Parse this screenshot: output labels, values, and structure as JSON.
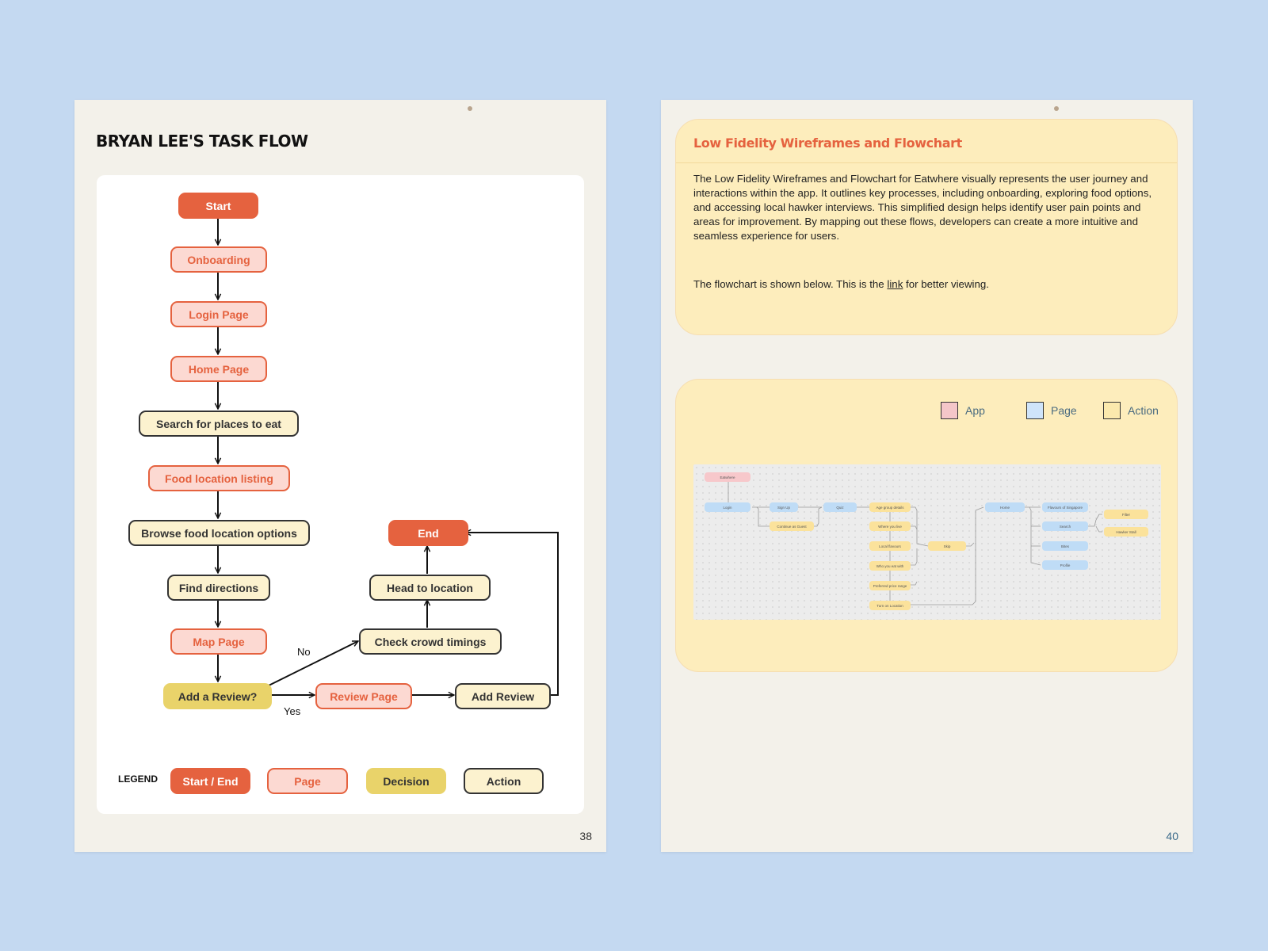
{
  "left_page": {
    "title": "BRYAN LEE'S TASK FLOW",
    "page_number": "38",
    "flow": {
      "start": "Start",
      "onboarding": "Onboarding",
      "login": "Login Page",
      "home": "Home Page",
      "search": "Search for places to eat",
      "listing": "Food location listing",
      "browse": "Browse food location options",
      "directions": "Find directions",
      "map": "Map Page",
      "decision": "Add a Review?",
      "no_label": "No",
      "yes_label": "Yes",
      "review_page": "Review Page",
      "add_review": "Add Review",
      "crowd": "Check crowd timings",
      "head": "Head to location",
      "end": "End"
    },
    "legend": {
      "label": "LEGEND",
      "start_end": "Start / End",
      "page": "Page",
      "decision": "Decision",
      "action": "Action"
    }
  },
  "right_page": {
    "page_number": "40",
    "card_title": "Low Fidelity Wireframes and Flowchart",
    "paragraph": "The Low Fidelity Wireframes and Flowchart for Eatwhere visually represents the user journey and interactions within the app. It outlines key processes, including onboarding, exploring food options, and accessing local hawker interviews. This simplified design helps identify user pain points and areas for improvement. By mapping out these flows, developers can create a more intuitive and seamless experience for users.",
    "note_before": "The flowchart is shown below. This is the ",
    "note_link": "link",
    "note_after": " for better viewing.",
    "key": {
      "app": "App",
      "page": "Page",
      "action": "Action"
    },
    "mini_flow": {
      "eatwhere": "Eatwhere",
      "login": "Login",
      "sign_up": "Sign Up",
      "continue_guest": "Continue as Guest",
      "quiz": "Quiz",
      "age": "Age group details",
      "where": "Where you live",
      "local": "Local flavours",
      "who": "Who you eat with",
      "price": "Preferred price range",
      "location": "Turn on Location",
      "skip": "Skip",
      "home": "Home",
      "flavours": "Flavours of Singapore",
      "search": "Search",
      "bites": "Bites",
      "profile": "Profile",
      "filter": "Filter",
      "hawker": "Hawker Stall"
    }
  },
  "colors": {
    "background": "#c4d9f1",
    "accent": "#e5623f",
    "page_fill": "#fcd9d2",
    "action_fill": "#fcf2cf",
    "decision_fill": "#e9d36a",
    "card_fill": "#fdedbc"
  }
}
